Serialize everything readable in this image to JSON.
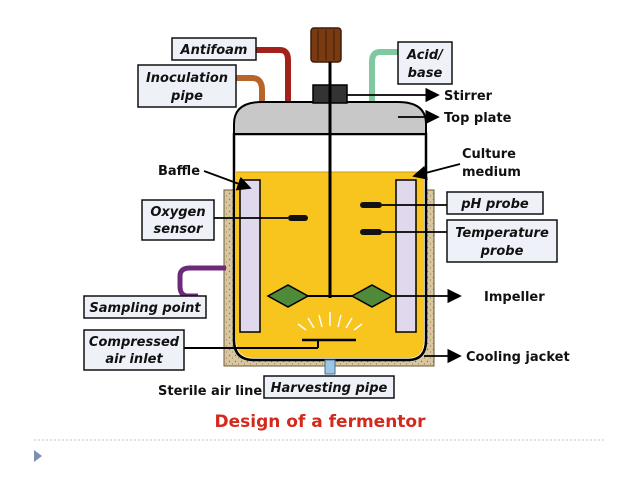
{
  "title": "Design of a fermentor",
  "labels": {
    "antifoam": "Antifoam",
    "inoculation_pipe": [
      "Inoculation",
      "pipe"
    ],
    "acid_base": [
      "Acid/",
      "base"
    ],
    "stirrer": "Stirrer",
    "top_plate": "Top plate",
    "culture_medium": [
      "Culture",
      "medium"
    ],
    "baffle": "Baffle",
    "oxygen_sensor": [
      "Oxygen",
      "sensor"
    ],
    "ph_probe": "pH probe",
    "temperature_probe": [
      "Temperature",
      "probe"
    ],
    "sampling_point": "Sampling point",
    "impeller": "Impeller",
    "compressed_air_inlet": [
      "Compressed",
      "air inlet"
    ],
    "cooling_jacket": "Cooling jacket",
    "sterile_air_line": "Sterile air line",
    "harvesting_pipe": "Harvesting pipe"
  },
  "colors": {
    "medium": "#f7c51e",
    "jacket": "#d8c7a0",
    "top_plate": "#c8c8c8",
    "baffle": "#e0d8ec",
    "antifoam_pipe": "#a3201b",
    "inoculation_pipe": "#b7652a",
    "acid_base_pipe": "#7fc8a0",
    "sampling_pipe": "#6e2a7a",
    "impeller": "#4e8a3a",
    "knob": "#7a3b12",
    "title": "#d42a1e",
    "label_box": "#eef1f8"
  }
}
